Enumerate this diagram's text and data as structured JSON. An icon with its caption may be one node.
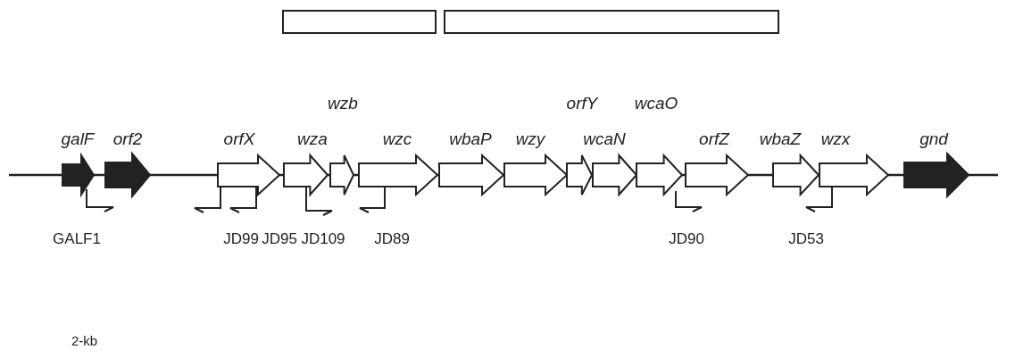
{
  "diagram": {
    "nodes": [
      {
        "text": [],
        "shape": "bar"
      },
      {
        "text": [],
        "shape": "bar"
      }
    ],
    "labels": [
      "wzb",
      "orfY",
      "wcaO",
      "galF",
      "orf2",
      "orfX",
      "wza",
      "wzc",
      "wbaP",
      "wzy",
      "wcaN",
      "orfZ",
      "wbaZ",
      "wzx",
      "gnd",
      "GALF1",
      "JD99",
      "JD95",
      "JD109",
      "JD89",
      "JD90",
      "JD53",
      "2-kb"
    ]
  }
}
